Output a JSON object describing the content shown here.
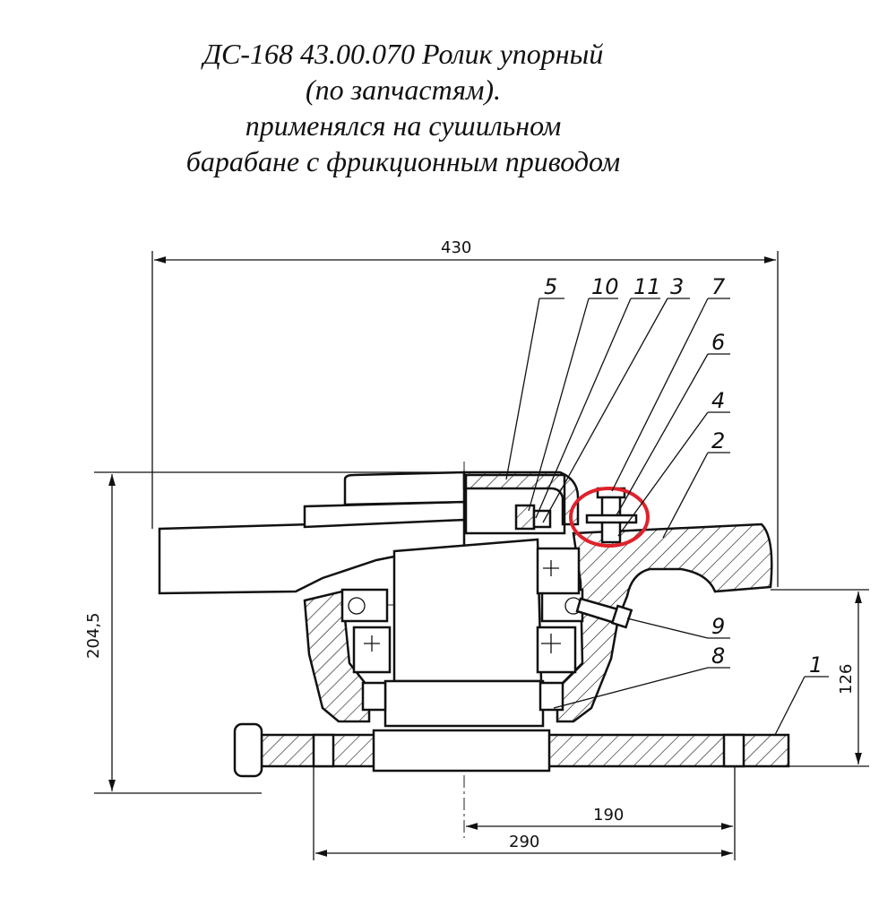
{
  "title": {
    "line1": "ДС-168 43.00.070 Ролик упорный",
    "line2": "(по запчастям).",
    "line3": "применялся на сушильном",
    "line4": "барабане с фрикционным приводом"
  },
  "dimensions": {
    "overall_width": "430",
    "overall_height": "204,5",
    "right_height": "126",
    "offset_190": "190",
    "offset_290": "290"
  },
  "callouts": {
    "c5": "5",
    "c10": "10",
    "c11": "11",
    "c3": "3",
    "c7": "7",
    "c6": "6",
    "c4": "4",
    "c2": "2",
    "c9": "9",
    "c8": "8",
    "c1": "1"
  },
  "colors": {
    "line": "#111111",
    "highlight": "#e0212b",
    "background": "#ffffff"
  }
}
